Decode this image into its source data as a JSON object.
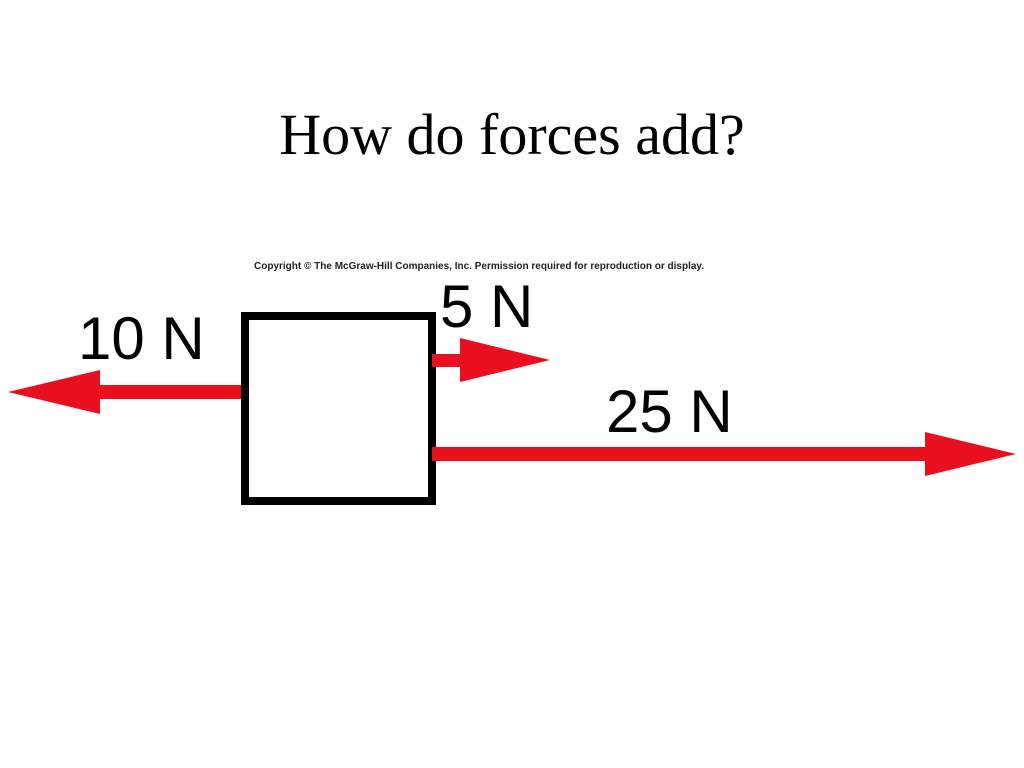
{
  "slide": {
    "title": "How do forces add?",
    "copyright": "Copyright © The McGraw-Hill Companies, Inc. Permission required for reproduction or display."
  },
  "diagram": {
    "forces": [
      {
        "label": "10 N",
        "direction": "left",
        "magnitude_N": 10
      },
      {
        "label": "5 N",
        "direction": "right",
        "magnitude_N": 5
      },
      {
        "label": "25 N",
        "direction": "right",
        "magnitude_N": 25
      }
    ],
    "colors": {
      "arrow": "#e8101e",
      "box_stroke": "#000000",
      "text": "#000000"
    }
  }
}
